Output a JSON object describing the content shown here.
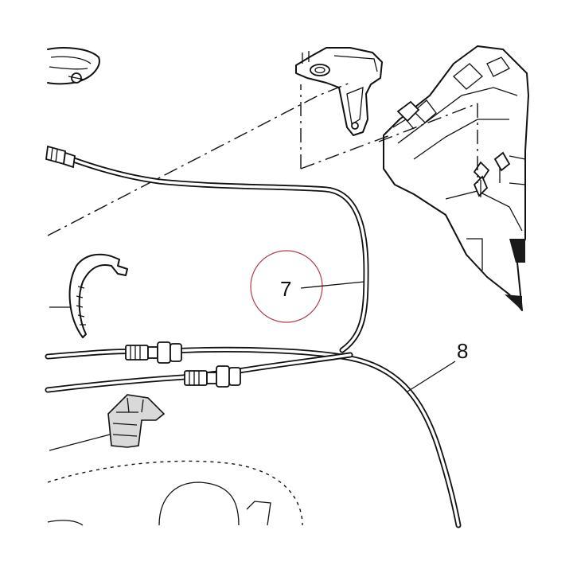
{
  "callouts": [
    {
      "id": "callout-7",
      "label": "7"
    },
    {
      "id": "callout-8",
      "label": "8"
    }
  ],
  "colors": {
    "line": "#111111",
    "background": "#ffffff",
    "highlight_circle": "#b03a48"
  }
}
